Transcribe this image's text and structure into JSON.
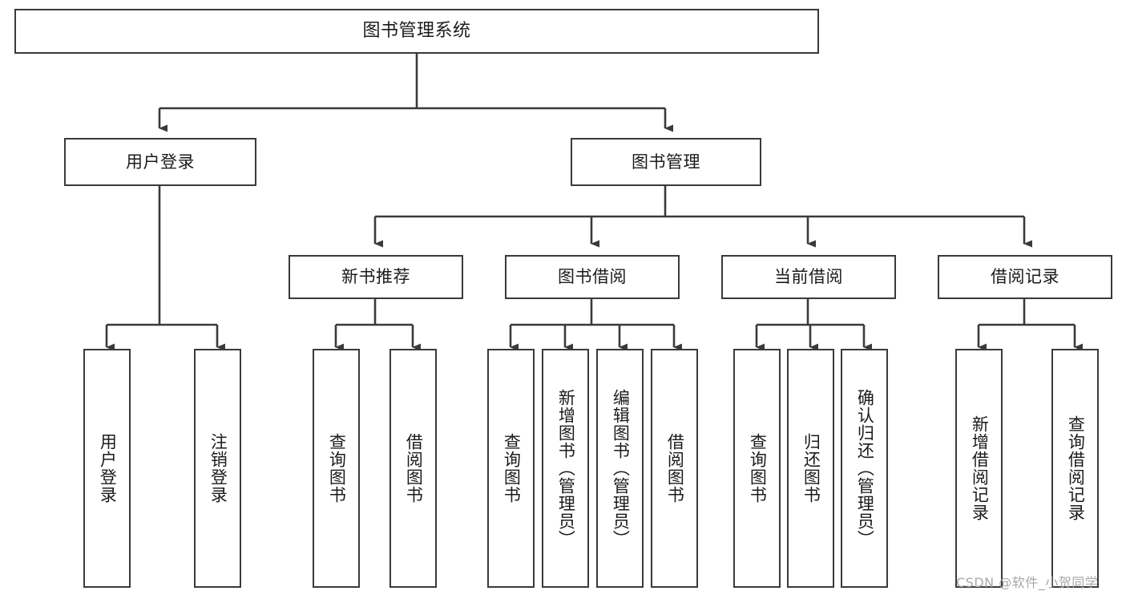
{
  "diagram": {
    "type": "hierarchy-tree",
    "title": "图书管理系统",
    "watermark": "CSDN @软件_小贺同学",
    "colors": {
      "background": "#ffffff",
      "box_border": "#3a3a3a",
      "edge": "#3a3a3a",
      "text": "#1b1b1b",
      "watermark": "#a8a8a8"
    },
    "levels": {
      "root": {
        "label": "图书管理系统"
      },
      "level2": [
        {
          "label": "用户登录"
        },
        {
          "label": "图书管理"
        }
      ],
      "level3": [
        {
          "label": "新书推荐"
        },
        {
          "label": "图书借阅"
        },
        {
          "label": "当前借阅"
        },
        {
          "label": "借阅记录"
        }
      ],
      "leaves": {
        "user_login": [
          {
            "label": "用户登录"
          },
          {
            "label": "注销登录"
          }
        ],
        "new_book_recommend": [
          {
            "label": "查询图书"
          },
          {
            "label": "借阅图书"
          }
        ],
        "book_borrow": [
          {
            "label": "查询图书"
          },
          {
            "label": "新增图书（管理员）"
          },
          {
            "label": "编辑图书（管理员）"
          },
          {
            "label": "借阅图书"
          }
        ],
        "current_borrow": [
          {
            "label": "查询图书"
          },
          {
            "label": "归还图书"
          },
          {
            "label": "确认归还（管理员）"
          }
        ],
        "borrow_record": [
          {
            "label": "新增借阅记录"
          },
          {
            "label": "查询借阅记录"
          }
        ]
      }
    }
  }
}
